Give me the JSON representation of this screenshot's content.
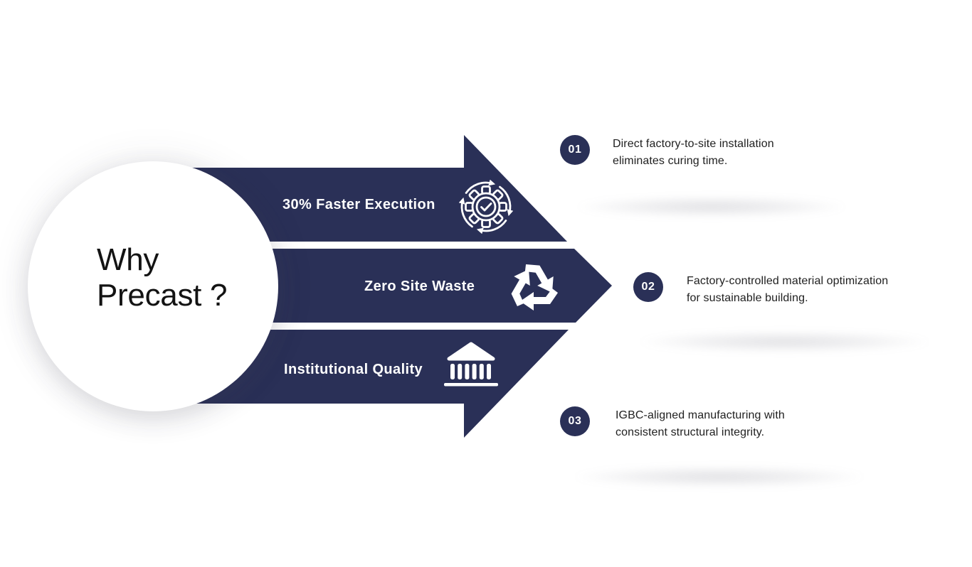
{
  "title": {
    "line1": "Why",
    "line2": "Precast ?"
  },
  "colors": {
    "navy": "#2A3057",
    "background": "#FFFFFF",
    "banner_text": "#FFFFFF",
    "body_text": "#212121"
  },
  "arrows": [
    {
      "label": "30% Faster Execution",
      "icon": "gear-cycle-check-icon"
    },
    {
      "label": "Zero Site Waste",
      "icon": "recycle-icon"
    },
    {
      "label": "Institutional Quality",
      "icon": "bank-icon"
    }
  ],
  "points": [
    {
      "number": "01",
      "line1": "Direct factory-to-site installation",
      "line2": "eliminates curing time."
    },
    {
      "number": "02",
      "line1": "Factory-controlled material optimization",
      "line2": "for sustainable building."
    },
    {
      "number": "03",
      "line1": "IGBC-aligned manufacturing with",
      "line2": "consistent structural integrity."
    }
  ]
}
